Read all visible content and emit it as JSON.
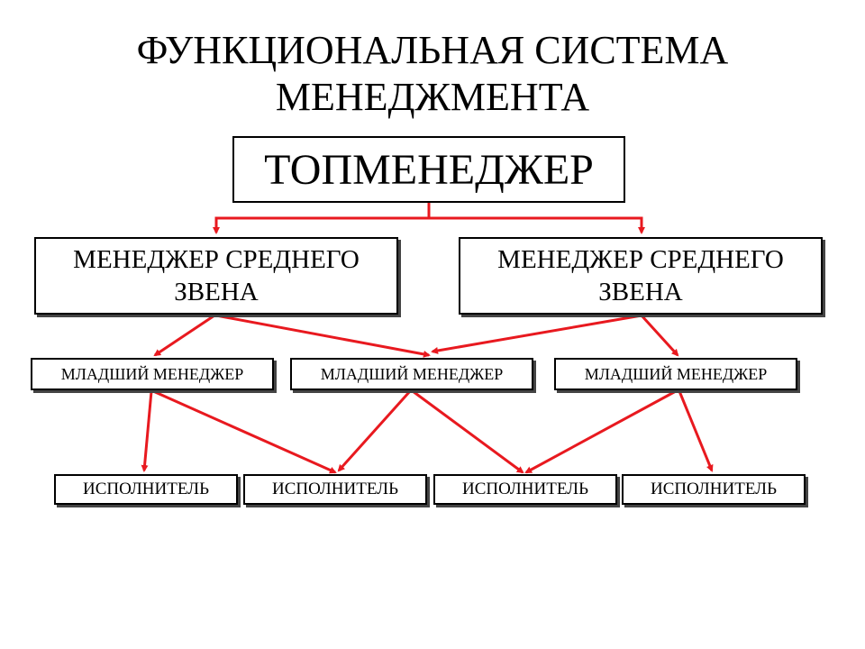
{
  "title": {
    "line1": "ФУНКЦИОНАЛЬНАЯ СИСТЕМА",
    "line2": "МЕНЕДЖМЕНТА"
  },
  "top_manager": "ТОПМЕНЕДЖЕР",
  "middle_managers": [
    {
      "line1": "МЕНЕДЖЕР СРЕДНЕГО",
      "line2": "ЗВЕНА"
    },
    {
      "line1": "МЕНЕДЖЕР СРЕДНЕГО",
      "line2": "ЗВЕНА"
    }
  ],
  "junior_managers": [
    "МЛАДШИЙ МЕНЕДЖЕР",
    "МЛАДШИЙ МЕНЕДЖЕР",
    "МЛАДШИЙ МЕНЕДЖЕР"
  ],
  "executors": [
    "ИСПОЛНИТЕЛЬ",
    "ИСПОЛНИТЕЛЬ",
    "ИСПОЛНИТЕЛЬ",
    "ИСПОЛНИТЕЛЬ"
  ],
  "colors": {
    "connector": "#e8191f",
    "border": "#000000"
  }
}
